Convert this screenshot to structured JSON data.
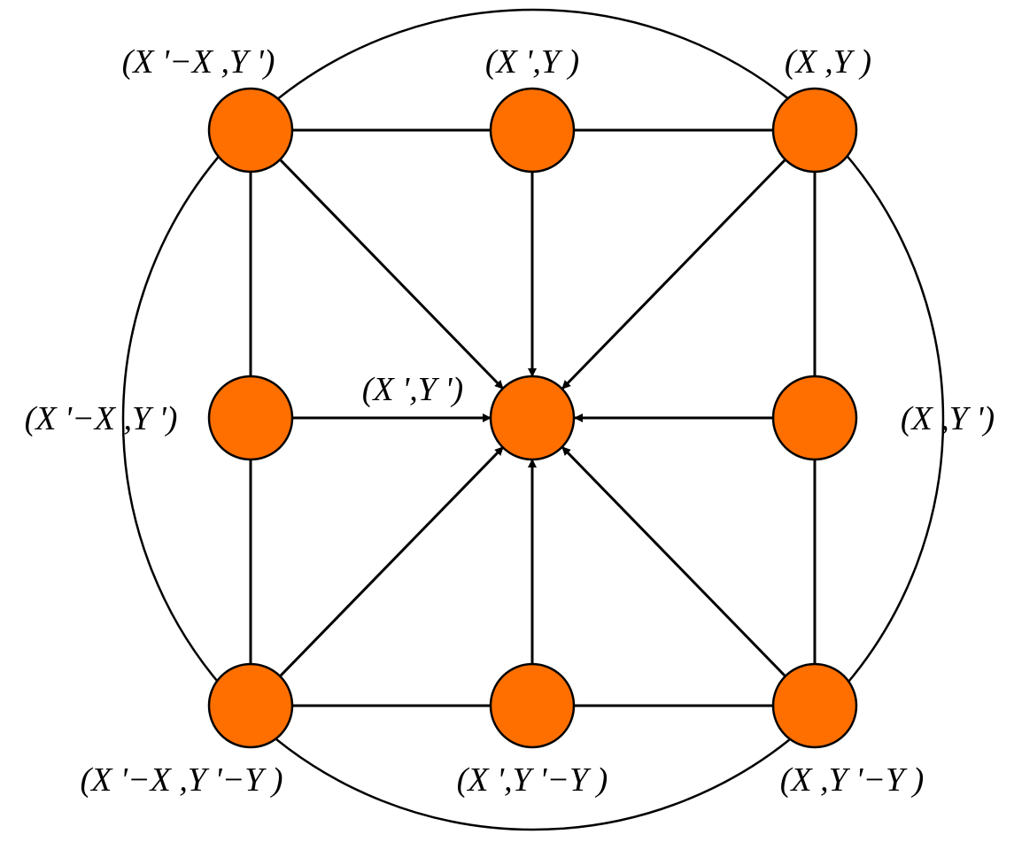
{
  "colors": {
    "node_fill": "#FF6F00",
    "stroke": "#000000",
    "background": "#FFFFFF"
  },
  "nodes": {
    "top_left": {
      "label": "(X '−X ,Y ')"
    },
    "top_center": {
      "label": "(X ',Y )"
    },
    "top_right": {
      "label": "(X ,Y )"
    },
    "middle_left": {
      "label": "(X '−X ,Y ')"
    },
    "center": {
      "label": "(X ',Y ')"
    },
    "middle_right": {
      "label": "(X ,Y ')"
    },
    "bottom_left": {
      "label": "(X '−X ,Y '−Y )"
    },
    "bottom_center": {
      "label": "(X ',Y '−Y )"
    },
    "bottom_right": {
      "label": "(X ,Y '−Y )"
    }
  }
}
